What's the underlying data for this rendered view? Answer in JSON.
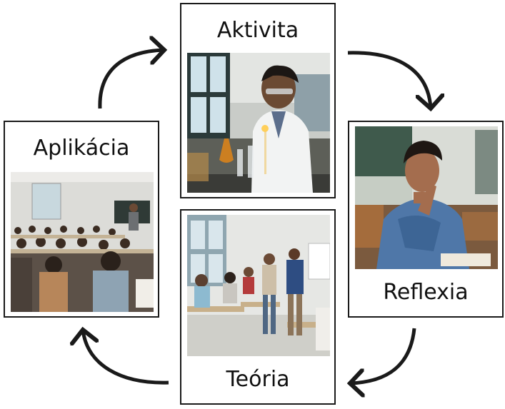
{
  "cycle": {
    "stages": {
      "aktivita": {
        "label": "Aktivita",
        "image": "student-laboratory-experiment-photo"
      },
      "reflexia": {
        "label": "Reflexia",
        "image": "student-thinking-photo"
      },
      "teoria": {
        "label": "Teória",
        "image": "classroom-discussion-photo"
      },
      "aplikacia": {
        "label": "Aplikácia",
        "image": "classroom-lecture-photo"
      }
    },
    "arrow_color": "#1a1a1a",
    "border_color": "#1a1a1a"
  }
}
